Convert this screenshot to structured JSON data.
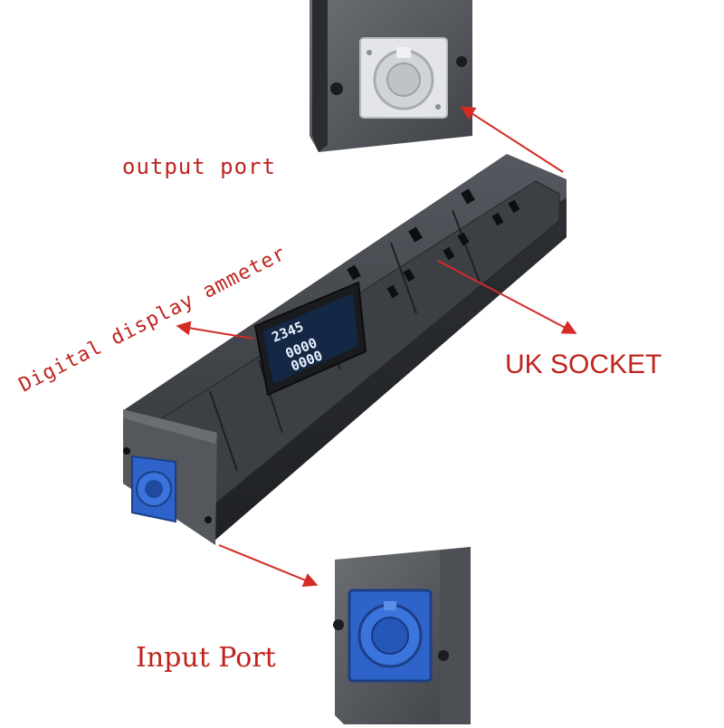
{
  "labels": {
    "output": "output port",
    "digital": "Digital display ammeter",
    "uk": "UK SOCKET",
    "input": "Input Port"
  },
  "display": {
    "row1": "2345",
    "row2": "0000",
    "row3": "0000"
  },
  "colors": {
    "label": "#c0231e",
    "arrow": "#d42b25",
    "body": "#2f3237",
    "connector_blue": "#2e63c9",
    "connector_white": "#e6e8ea"
  }
}
